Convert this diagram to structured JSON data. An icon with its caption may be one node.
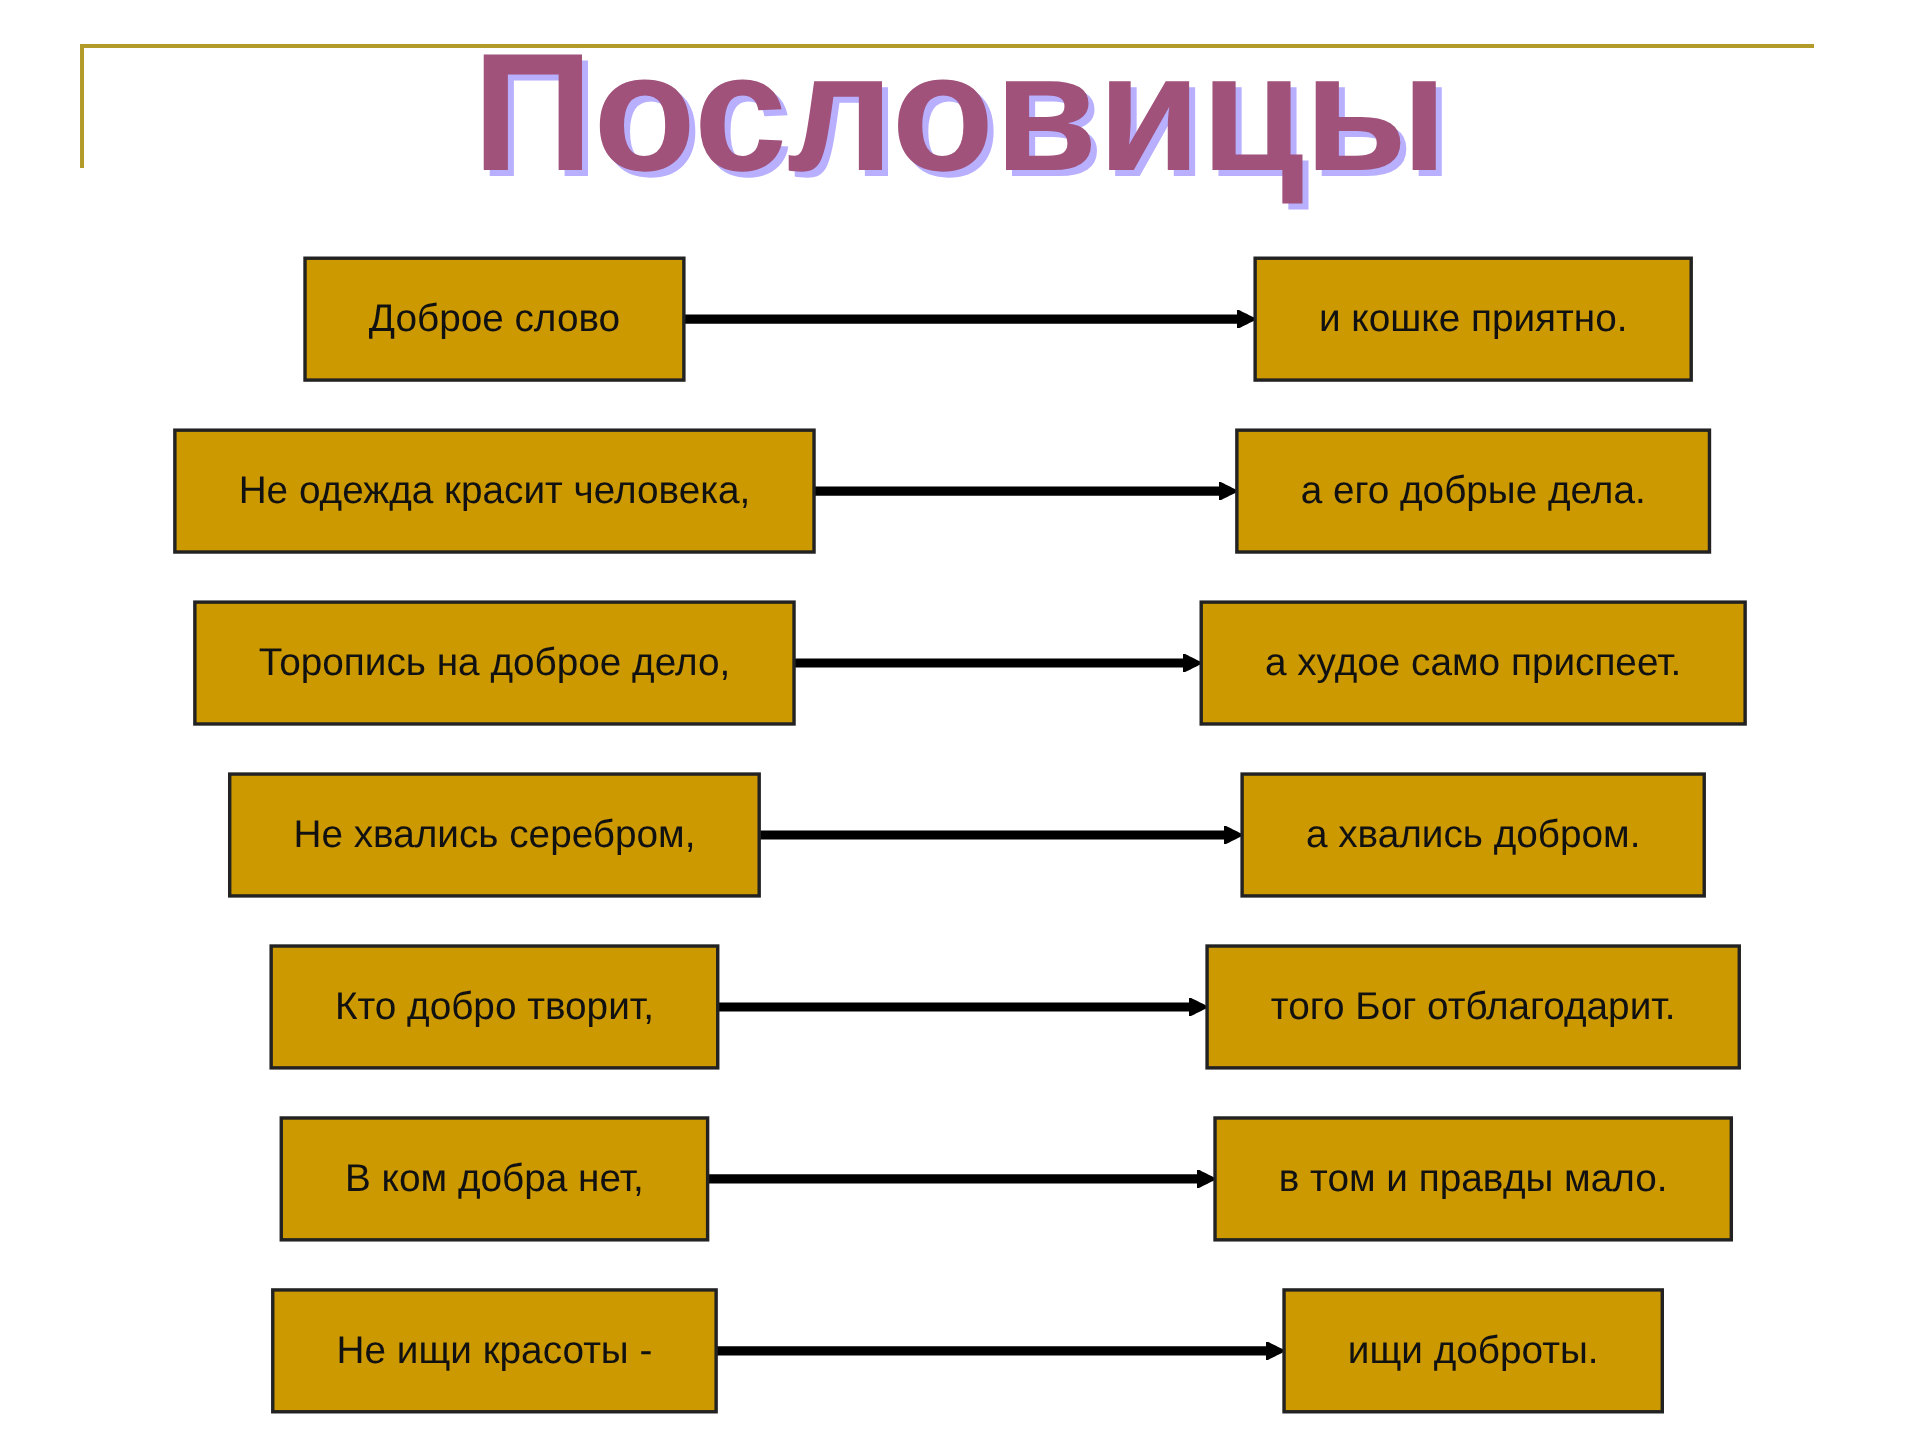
{
  "diagram": {
    "title": "Пословицы",
    "nodes": [
      {
        "text": [
          "Доброе слово"
        ]
      },
      {
        "text": [
          "Не одежда красит человека,"
        ]
      },
      {
        "text": [
          "Торопись на доброе дело,"
        ]
      },
      {
        "text": [
          "Не хвались серебром,"
        ]
      },
      {
        "text": [
          "Кто добро творит,"
        ]
      },
      {
        "text": [
          "В ком добра нет,"
        ]
      },
      {
        "text": [
          "Не ищи красоты -"
        ]
      },
      {
        "text": [
          "а его добрые дела."
        ]
      },
      {
        "text": [
          "и кошке приятно."
        ]
      },
      {
        "text": [
          "того Бог отблагодарит."
        ]
      },
      {
        "text": [
          "в том и правды мало."
        ]
      },
      {
        "text": [
          "а худое само приспеет."
        ]
      },
      {
        "text": [
          "ищи доброты."
        ]
      },
      {
        "text": [
          "а хвались добром."
        ]
      }
    ],
    "edges": [
      {
        "from": 0,
        "to": 8,
        "arrow": "to"
      },
      {
        "from": 1,
        "to": 7,
        "arrow": "to"
      },
      {
        "from": 2,
        "to": 11,
        "arrow": "to"
      },
      {
        "from": 3,
        "to": 13,
        "arrow": "to"
      },
      {
        "from": 4,
        "to": 9,
        "arrow": "to"
      },
      {
        "from": 5,
        "to": 10,
        "arrow": "to"
      },
      {
        "from": 6,
        "to": 12,
        "arrow": "to"
      }
    ]
  }
}
